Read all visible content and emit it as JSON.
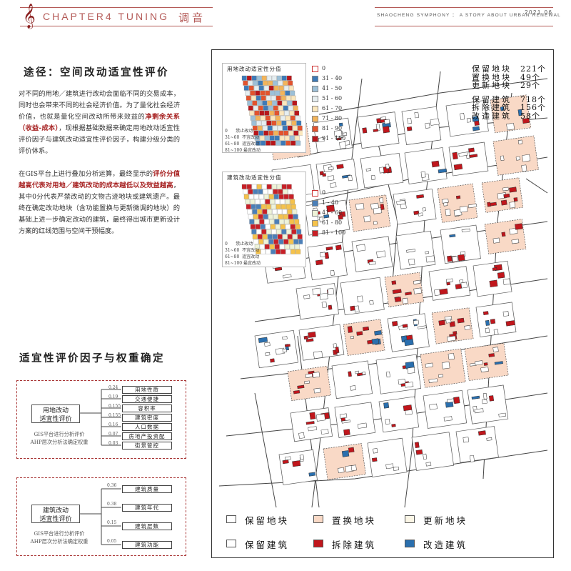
{
  "header": {
    "chapter": "CHAPTER4   TUNING",
    "chapter_cn": "调音",
    "series": "SHAOCHENG SYMPHONY ： A STORY ABOUT URBAN RENEWAL",
    "date": "2021.06"
  },
  "section1": {
    "title": "途径：空间改动适宜性评价",
    "p1_a": "对不同的用地／建筑进行改动会面临不同的交易成本，同时也会带来不同的社会经济价值。为了量化社会经济价值，也就是量化空间改动所带来效益的",
    "p1_hl": "净剩余关系（收益-成本）",
    "p1_b": "，现根据基础数据来确定用地改动适宜性评价因子与建筑改动适宜性评价因子，构建分级分类的评价体系。",
    "p2_a": "在GIS平台上进行叠加分析运算，最终显示的",
    "p2_hl": "评价分值越高代表对用地／建筑改动的成本越低以及效益越高",
    "p2_b": "，其中0分代表严禁改动的文物古迹地块或建筑遗产。最终在确定改动地块（含功能置换与更新微调的地块）的基础上进一步确定改动的建筑，最终得出城市更新设计方案的红线范围与空间干预幅度。"
  },
  "section2": {
    "title": "适宜性评价因子与权重确定",
    "land": {
      "box": "用地改动\n适宜性评价",
      "note1": "GIS平台进行分析评价",
      "note2": "AHP层次分析法确定权重",
      "factors": [
        "用地性质",
        "交通便捷",
        "容积率",
        "建筑密度",
        "人口数据",
        "房地产投资配",
        "街景管控"
      ],
      "weights": [
        "0.24",
        "0.19",
        "0.155",
        "0.155",
        "0.16",
        "0.07",
        "0.03"
      ]
    },
    "building": {
      "box": "建筑改动\n适宜性评价",
      "note1": "GIS平台进行分析评价",
      "note2": "AHP层次分析法确定权重",
      "factors": [
        "建筑质量",
        "建筑年代",
        "建筑层数",
        "建筑功能"
      ],
      "weights": [
        "0.36",
        "0.38",
        "0.15",
        "0.05"
      ]
    }
  },
  "inset_land": {
    "title": "用地改动适宜性分值",
    "legend": [
      {
        "label": "0",
        "color": "#ffffff"
      },
      {
        "label": "31 - 40",
        "color": "#3d7ab8"
      },
      {
        "label": "41 - 50",
        "color": "#9cc0d8"
      },
      {
        "label": "51 - 60",
        "color": "#e6eef0"
      },
      {
        "label": "61 - 70",
        "color": "#fbe7bd"
      },
      {
        "label": "71 - 80",
        "color": "#f3b45a"
      },
      {
        "label": "81 - 90",
        "color": "#e3532d"
      },
      {
        "label": "91 - 100",
        "color": "#b8161a"
      }
    ],
    "notes": [
      "0      禁止改动",
      "31~60  不宜改动",
      "61~80  适宜改动",
      "81~100 最宜改动"
    ]
  },
  "inset_building": {
    "title": "建筑改动适宜性分值",
    "legend": [
      {
        "label": "0",
        "color": "#ffffff"
      },
      {
        "label": "1 - 40",
        "color": "#4b7fb8"
      },
      {
        "label": "41 - 60",
        "color": "#eef3d8"
      },
      {
        "label": "61 - 80",
        "color": "#f5c24b"
      },
      {
        "label": "81 - 100",
        "color": "#c81f26"
      }
    ],
    "notes": [
      "0      禁止改动",
      "31~60  不宜改动",
      "61~80  适宜改动",
      "81~100 最宜改动"
    ]
  },
  "stats": [
    {
      "label": "保留地块",
      "value": "221个"
    },
    {
      "label": "置换地块",
      "value": "49个"
    },
    {
      "label": "更新地块",
      "value": "29个"
    },
    {
      "label": "保留建筑",
      "value": "718个"
    },
    {
      "label": "拆除建筑",
      "value": "156个"
    },
    {
      "label": "改造建筑",
      "value": "58个"
    }
  ],
  "bottom_legend": [
    {
      "label": "保留地块",
      "color": "#ffffff"
    },
    {
      "label": "置换地块",
      "color": "#f9d9c6"
    },
    {
      "label": "更新地块",
      "color": "#fbf6e6"
    },
    {
      "label": "保留建筑",
      "color": "#ffffff"
    },
    {
      "label": "拆除建筑",
      "color": "#c0161c"
    },
    {
      "label": "改造建筑",
      "color": "#2a6fae"
    }
  ],
  "colors": {
    "accent": "#b45a57",
    "demolish": "#c0161c",
    "renovate": "#2a6fae",
    "replace": "#f9d9c6",
    "update": "#fbf6e6"
  }
}
